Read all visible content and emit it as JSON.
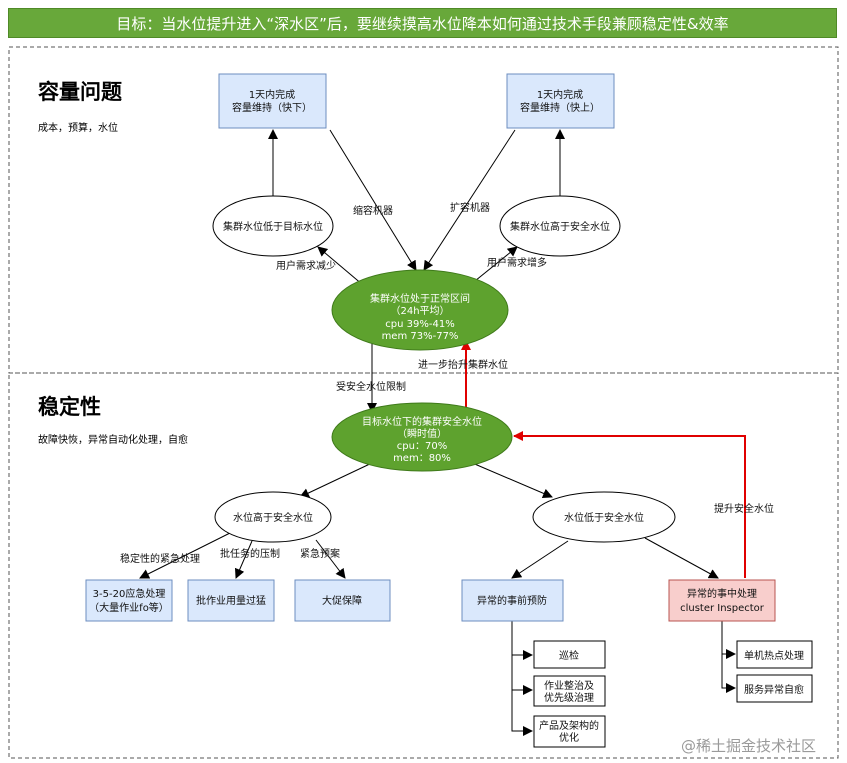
{
  "title": "目标：当水位提升进入“深水区”后，要继续摸高水位降本如何通过技术手段兼顾稳定性&效率",
  "sections": {
    "capacity": {
      "title": "容量问题",
      "subtitle": "成本，预算，水位"
    },
    "stability": {
      "title": "稳定性",
      "subtitle": "故障快恢，异常自动化处理，自愈"
    }
  },
  "nodes": {
    "scale_down_box": [
      "1天内完成",
      "容量维持（快下）"
    ],
    "scale_up_box": [
      "1天内完成",
      "容量维持（快上）"
    ],
    "below_target": [
      "集群水位低于目标水位"
    ],
    "above_safe_top": [
      "集群水位高于安全水位"
    ],
    "normal_range": [
      "集群水位处于正常区间",
      "（24h平均）",
      "cpu 39%-41%",
      "mem 73%-77%"
    ],
    "target_safe": [
      "目标水位下的集群安全水位",
      "（瞬时值）",
      "cpu：70%",
      "mem：80%"
    ],
    "above_safe": [
      "水位高于安全水位"
    ],
    "below_safe": [
      "水位低于安全水位"
    ],
    "emergency_3520": [
      "3-5-20应急处理",
      "（大量作业fo等）"
    ],
    "batch_job": [
      "批作业用量过猛"
    ],
    "promo": [
      "大促保障"
    ],
    "prevention": [
      "异常的事前预防"
    ],
    "in_process": [
      "异常的事中处理",
      "cluster Inspector"
    ],
    "inspection": [
      "巡检"
    ],
    "job_governance": [
      "作业整治及",
      "优先级治理"
    ],
    "product_arch": [
      "产品及架构的",
      "优化"
    ],
    "hotspot": [
      "单机热点处理"
    ],
    "service_heal": [
      "服务异常自愈"
    ]
  },
  "edge_labels": {
    "shrink_machines": "缩容机器",
    "expand_machines": "扩容机器",
    "demand_decrease": "用户需求减少",
    "demand_increase": "用户需求增多",
    "safe_limit": "受安全水位限制",
    "raise_further": "进一步抬升集群水位",
    "emergency_handling": "稳定性的紧急处理",
    "batch_suppress": "批任务的压制",
    "emergency_plan": "紧急预案",
    "raise_safe": "提升安全水位"
  },
  "watermark": "@稀土掘金技术社区",
  "colors": {
    "banner": "#68a83a",
    "green_node": "#5ea22e",
    "blue_box": "#dae8fc",
    "blue_border": "#6c8ebf",
    "red_box": "#f8cecc",
    "red_border": "#b85450",
    "red_arrow": "#e00000"
  }
}
